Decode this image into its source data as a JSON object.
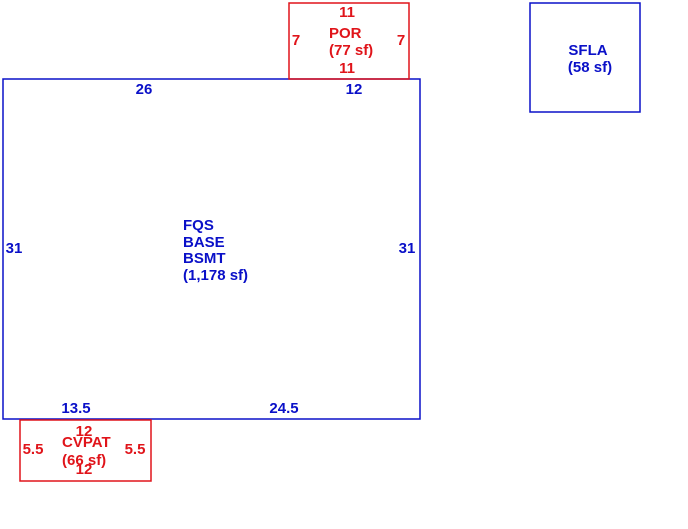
{
  "colors": {
    "main": "#0a10c8",
    "porch": "#e0141a",
    "patio": "#e0141a",
    "sfla": "#0a10c8"
  },
  "areas": {
    "main": {
      "codes": [
        "FQS",
        "BASE",
        "BSMT"
      ],
      "area": "(1,178 sf)",
      "dims": {
        "top_left": "26",
        "top_right": "12",
        "left": "31",
        "right": "31",
        "bottom_left": "13.5",
        "bottom_right": "24.5"
      }
    },
    "porch": {
      "code": "POR",
      "area": "(77 sf)",
      "dims": {
        "top": "11",
        "bottom": "11",
        "left": "7",
        "right": "7"
      }
    },
    "patio": {
      "code": "CVPAT",
      "area": "(66 sf)",
      "dims": {
        "top": "12",
        "bottom": "12",
        "left": "5.5",
        "right": "5.5"
      }
    },
    "sfla": {
      "code": "SFLA",
      "area": "(58 sf)"
    }
  }
}
